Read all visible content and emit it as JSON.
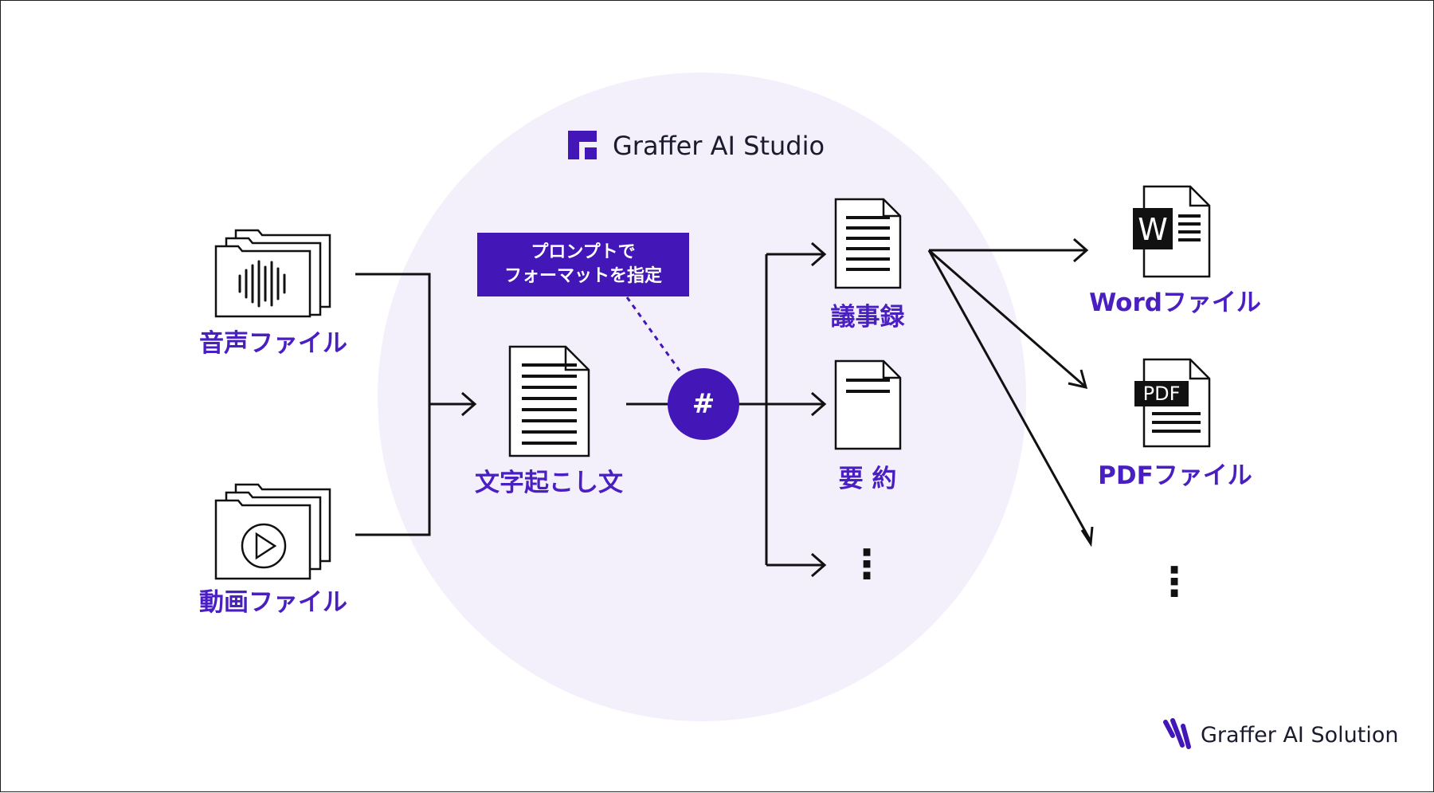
{
  "studio_brand": {
    "name": "Graffer AI Studio"
  },
  "solution_brand": {
    "name": "Graffer AI Solution"
  },
  "inputs": [
    {
      "label": "音声ファイル",
      "icon": "audio-folder-icon"
    },
    {
      "label": "動画ファイル",
      "icon": "video-folder-icon"
    }
  ],
  "transcript": {
    "label": "文字起こし文",
    "icon": "document-icon"
  },
  "prompt_note": {
    "line1": "プロンプトで",
    "line2": "フォーマットを指定"
  },
  "format_node": {
    "symbol": "#"
  },
  "outputs": [
    {
      "label": "議事録",
      "icon": "document-icon"
    },
    {
      "label": "要 約",
      "icon": "document-icon"
    },
    {
      "label": "⋮"
    }
  ],
  "file_outputs": [
    {
      "label": "Wordファイル",
      "badge": "W",
      "icon": "word-file-icon"
    },
    {
      "label": "PDFファイル",
      "badge": "PDF",
      "icon": "pdf-file-icon"
    },
    {
      "label": "⋮"
    }
  ],
  "colors": {
    "accent": "#4316b8",
    "label_text": "#4a1fc1",
    "circle_background": "#f3f0fc",
    "line": "#111111"
  }
}
